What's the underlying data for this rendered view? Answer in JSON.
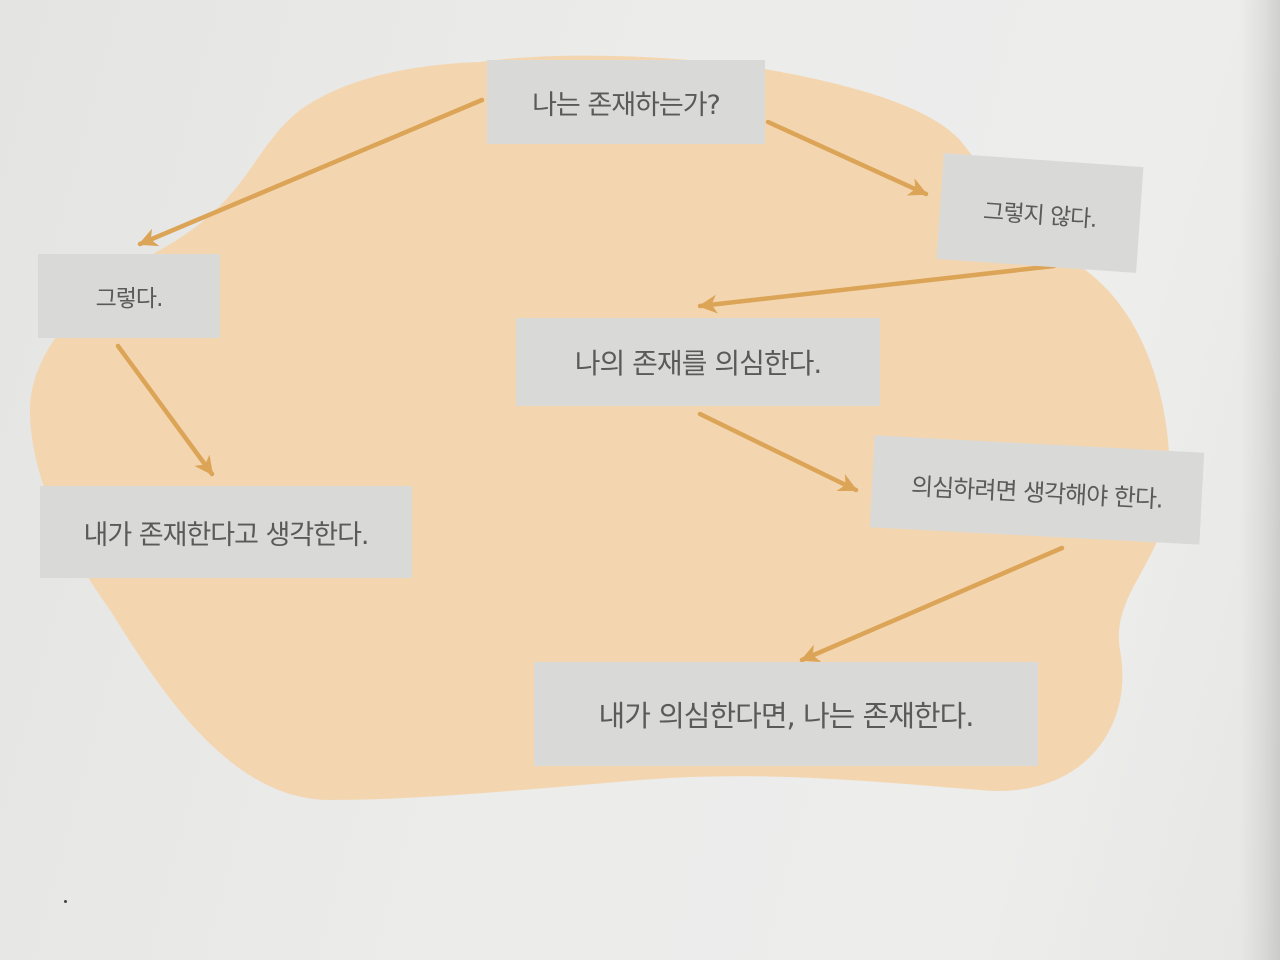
{
  "colors": {
    "page": "#ececeb",
    "blob": "#f3d6b0",
    "node_fill": "#d9d9d8",
    "node_text": "#5a5a5a",
    "arrow": "#dba457"
  },
  "nodes": {
    "question": "나는 존재하는가?",
    "no": "그렇지 않다.",
    "yes": "그렇다.",
    "doubt": "나의 존재를 의심한다.",
    "think_exist": "내가 존재한다고 생각한다.",
    "must_think": "의심하려면 생각해야 한다.",
    "conclusion": "내가 의심한다면, 나는 존재한다."
  },
  "edges": [
    {
      "from": "question",
      "to": "yes"
    },
    {
      "from": "question",
      "to": "no"
    },
    {
      "from": "yes",
      "to": "think_exist"
    },
    {
      "from": "no",
      "to": "doubt"
    },
    {
      "from": "doubt",
      "to": "must_think"
    },
    {
      "from": "must_think",
      "to": "conclusion"
    }
  ]
}
